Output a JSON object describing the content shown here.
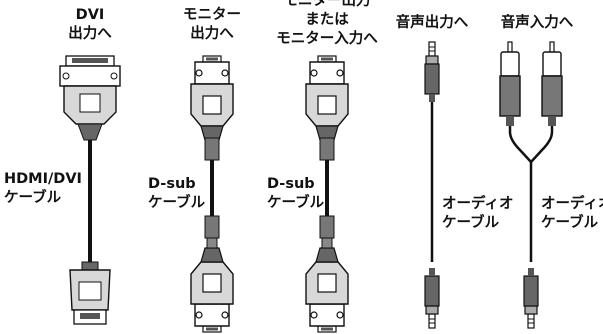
{
  "labels": {
    "dvi_top": [
      "DVI",
      "出力へ"
    ],
    "monitor_top": [
      "モニター",
      "出力へ"
    ],
    "monitor_or_in_top": [
      "モニター出力",
      "または",
      "モニター入力へ"
    ],
    "audio_out_top": [
      "音声出力へ"
    ],
    "audio_in_top": [
      "音声入力へ"
    ],
    "hdmi_dvi_cable": [
      "HDMI/DVI",
      "ケーブル"
    ],
    "dsub_cable_1": [
      "D-sub",
      "ケーブル"
    ],
    "dsub_cable_2": [
      "D-sub",
      "ケーブル"
    ],
    "audio_cable_1": [
      "オーディオ",
      "ケーブル"
    ],
    "audio_cable_2": [
      "オーディオ",
      "ケーブル"
    ]
  },
  "colors": {
    "line": "#111111",
    "plug_dark": "#555555",
    "plug_light": "#d0d0d0",
    "cable_dark": "#222222",
    "cable_grey": "#999999"
  }
}
